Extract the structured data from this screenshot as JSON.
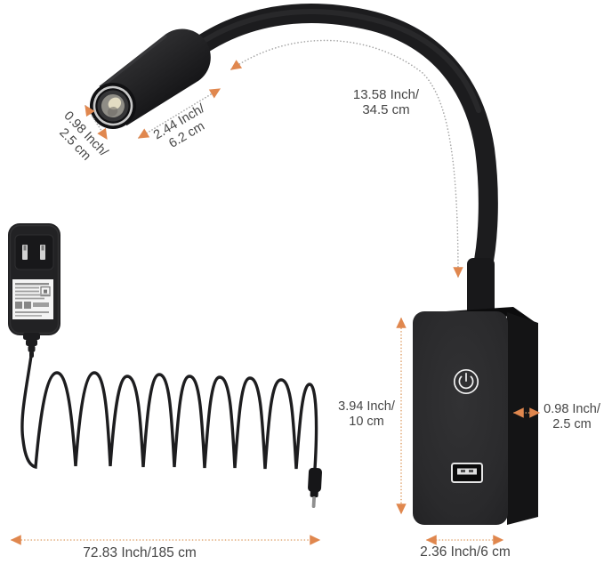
{
  "diagram": {
    "type": "product-dimension-diagram",
    "product": "gooseneck reading lamp with USB wall mount and power adapter"
  },
  "dimensions": {
    "head_diameter": {
      "line1": "0.98 Inch/",
      "line2": "2.5 cm"
    },
    "head_length": {
      "line1": "2.44 Inch/",
      "line2": "6.2 cm"
    },
    "gooseneck_length": {
      "line1": "13.58 Inch/",
      "line2": "34.5 cm"
    },
    "box_height": {
      "line1": "3.94 Inch/",
      "line2": "10 cm"
    },
    "box_depth": {
      "line1": "0.98 Inch/",
      "line2": "2.5 cm"
    },
    "box_width": {
      "label": "2.36 Inch/6 cm"
    },
    "cable_length": {
      "label": "72.83 Inch/185 cm"
    }
  },
  "icons": {
    "power_button": "power-icon",
    "usb_port": "usb-a-port-icon"
  },
  "colors": {
    "background": "#ffffff",
    "product_black": "#1e1e20",
    "box_front": "#2b2b2d",
    "box_side": "#141415",
    "arrow_orange": "#E0874E",
    "dot_orange": "#DFA26B",
    "dot_gray": "#a6a6a6",
    "dimension_text": "#454545",
    "label_paper": "#f4f4f4"
  }
}
